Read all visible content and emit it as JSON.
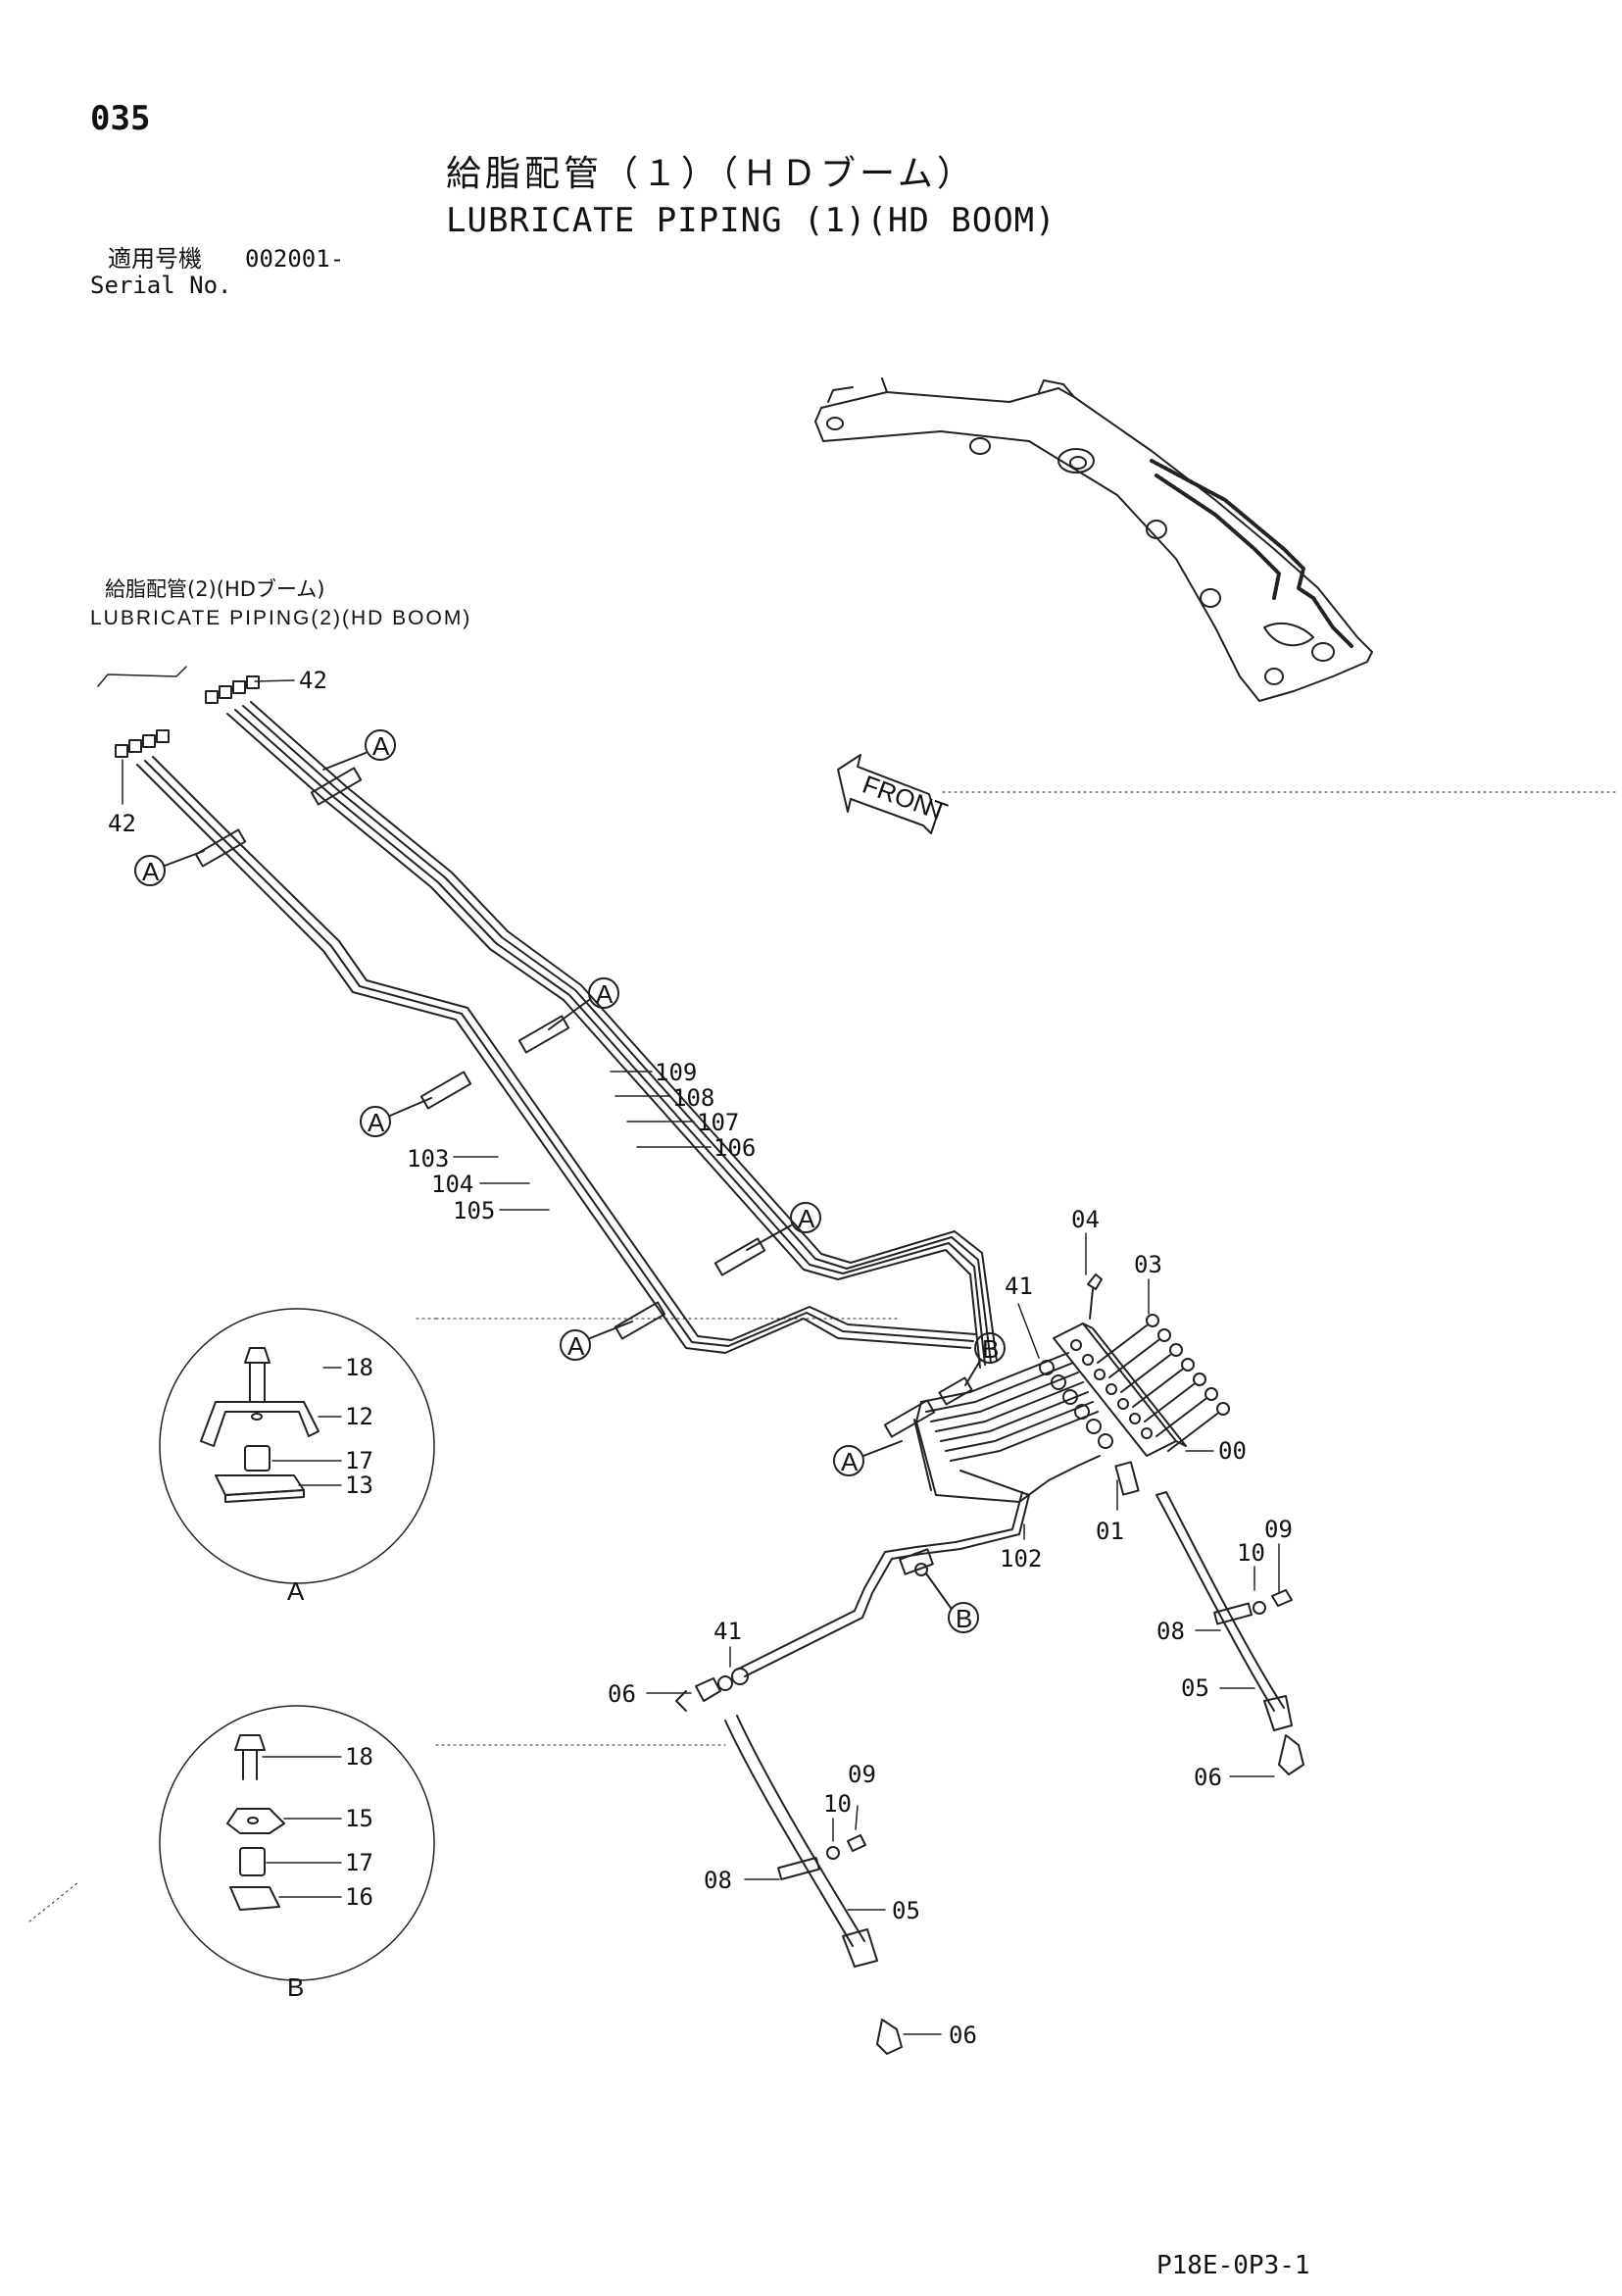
{
  "header": {
    "page_number": "035",
    "title_jp": "給脂配管（１）（ＨＤブーム）",
    "title_en": "LUBRICATE PIPING (1)(HD BOOM)",
    "serial_label_jp": "適用号機",
    "serial_value": "002001-",
    "serial_label_en": "Serial No."
  },
  "reference": {
    "label_jp": "給脂配管(2)(HDブーム)",
    "label_en": "LUBRICATE PIPING(2)(HD BOOM)"
  },
  "front_label": "FRONT",
  "detail_letters": {
    "a": "A",
    "b": "B"
  },
  "part_labels": {
    "p42_top": "42",
    "p42_left": "42",
    "p109": "109",
    "p108": "108",
    "p107": "107",
    "p106": "106",
    "p103": "103",
    "p104": "104",
    "p105": "105",
    "p04": "04",
    "p03": "03",
    "p41_top": "41",
    "p00": "00",
    "p01": "01",
    "p102": "102",
    "p09_right": "09",
    "p10_right": "10",
    "p08_right": "08",
    "p05_right": "05",
    "p06_right": "06",
    "p41_mid": "41",
    "p06_mid": "06",
    "p09_bottom": "09",
    "p10_bottom": "10",
    "p08_bottom": "08",
    "p05_bottom": "05",
    "p06_bottom": "06",
    "a_p18": "18",
    "a_p12": "12",
    "a_p17": "17",
    "a_p13": "13",
    "b_p18": "18",
    "b_p15": "15",
    "b_p17": "17",
    "b_p16": "16"
  },
  "footer": {
    "doc_code": "P18E-0P3-1"
  }
}
